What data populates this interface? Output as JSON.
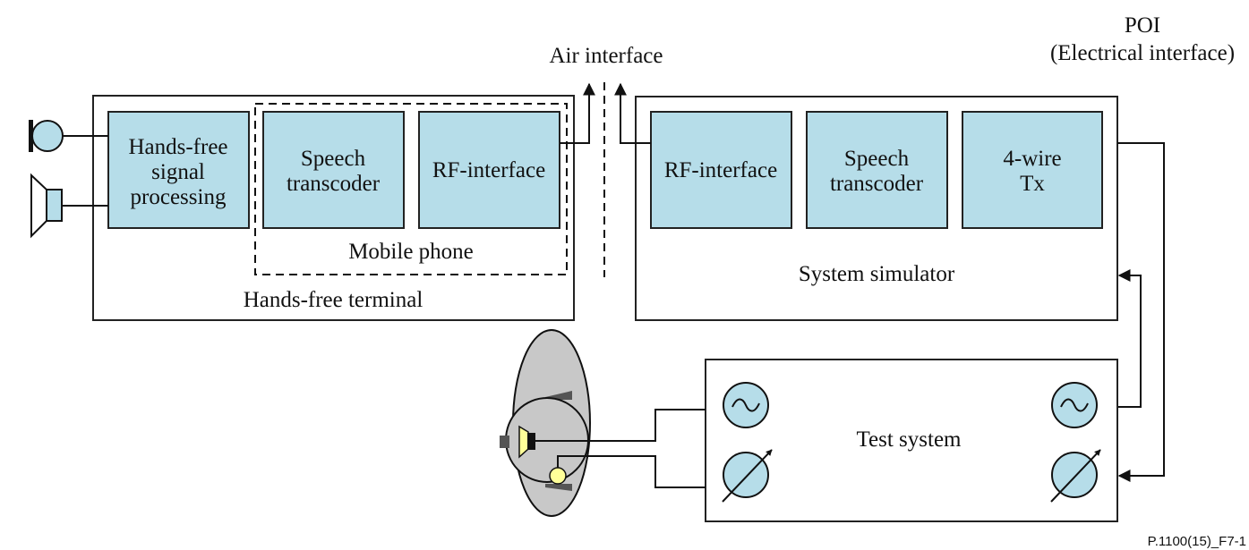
{
  "labels": {
    "air_interface": "Air interface",
    "poi_line1": "POI",
    "poi_line2": "(Electrical interface)",
    "hands_free_terminal": "Hands-free terminal",
    "mobile_phone": "Mobile phone",
    "system_simulator": "System simulator",
    "test_system": "Test system",
    "figure_id": "P.1100(15)_F7-1"
  },
  "terminal_blocks": [
    {
      "lines": [
        "Hands-free",
        "signal",
        "processing"
      ]
    },
    {
      "lines": [
        "Speech",
        "transcoder"
      ]
    },
    {
      "lines": [
        "RF-interface"
      ]
    }
  ],
  "simulator_blocks": [
    {
      "lines": [
        "RF-interface"
      ]
    },
    {
      "lines": [
        "Speech",
        "transcoder"
      ]
    },
    {
      "lines": [
        "4-wire",
        "Tx"
      ]
    }
  ],
  "icons": {
    "microphone": "microphone-icon",
    "loudspeaker": "loudspeaker-icon",
    "signal_generator": "sine-generator-icon",
    "measurement": "meter-icon",
    "artificial_head": "artificial-head-icon"
  },
  "colors": {
    "block_fill": "#b6dde9",
    "head_fill": "#c8c8c8",
    "speaker_fill": "#ffff99"
  }
}
